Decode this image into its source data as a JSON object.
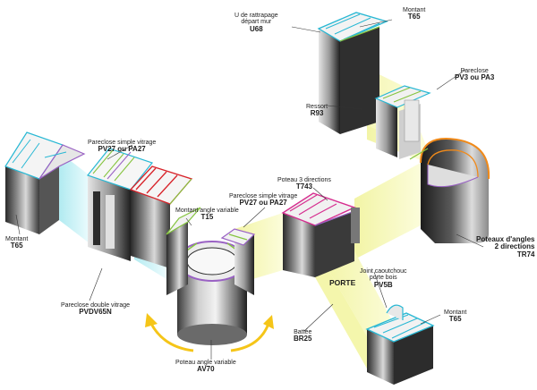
{
  "labels": {
    "u68": {
      "name_1": "U de rattrapage",
      "name_2": "départ mur",
      "code": "U68"
    },
    "montant_top": {
      "name": "Montant",
      "code": "T65"
    },
    "pareclose_pv3": {
      "name": "Pareclose",
      "code": "PV3 ou PA3"
    },
    "ressort": {
      "name": "Ressort",
      "code": "R93"
    },
    "pareclose_simple_left": {
      "name": "Pareclose simple vitrage",
      "code": "PV27 ou PA27"
    },
    "poteau_3_directions": {
      "name": "Poteau 3 directions",
      "code": "T743"
    },
    "montant_angle_variable": {
      "name": "Montant angle variable",
      "code": "T15"
    },
    "pareclose_simple_mid": {
      "name": "Pareclose simple vitrage",
      "code": "PV27 ou PA27"
    },
    "poteaux_angles": {
      "name_1": "Poteaux d'angles",
      "name_2": "2 directions",
      "code": "TR74"
    },
    "montant_left": {
      "name": "Montant",
      "code": "T65"
    },
    "joint_caoutchouc": {
      "name_1": "Joint caoutchouc",
      "name_2": "porte bois",
      "code": "PV5B"
    },
    "porte": {
      "text": "PORTE"
    },
    "pareclose_double": {
      "name": "Pareclose double vitrage",
      "code": "PVDV65N"
    },
    "montant_bottom": {
      "name": "Montant",
      "code": "T65"
    },
    "battee": {
      "name": "Battée",
      "code": "BR25"
    },
    "poteau_angle_variable": {
      "name": "Poteau angle variable",
      "code": "AV70"
    }
  },
  "colors": {
    "glass_yellow": "#f6f7b8",
    "glass_cyan": "#c9f1f4",
    "profile_dark": "#2b2b2b",
    "profile_light": "#bdbdbd",
    "edge_cyan": "#28b8d4",
    "edge_green": "#86c440",
    "edge_purple": "#9a62c4",
    "edge_magenta": "#d62d8f",
    "edge_orange": "#f08a1a",
    "edge_red": "#d8232a",
    "arrow_yellow": "#f5c518"
  }
}
